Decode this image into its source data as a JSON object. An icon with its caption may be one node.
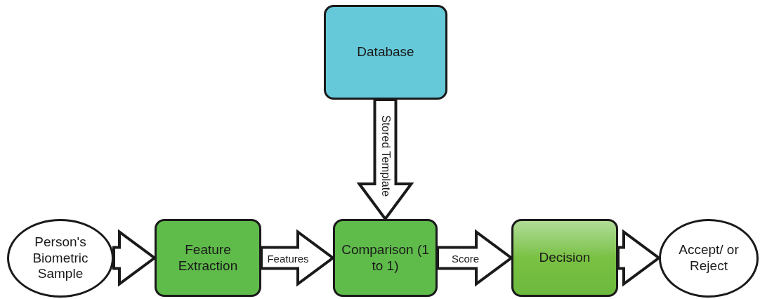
{
  "diagram": {
    "nodes": [
      {
        "text": [
          "Person's Biometric Sample"
        ]
      },
      {
        "text": [
          "Feature Extraction"
        ]
      },
      {
        "text": [
          "Database"
        ]
      },
      {
        "text": [
          "Comparison (1 to 1)"
        ]
      },
      {
        "text": [
          "Decision"
        ]
      },
      {
        "text": [
          "Accept/ or Reject"
        ]
      }
    ],
    "edges": [
      {
        "from": 0,
        "to": 1,
        "arrow": "to"
      },
      {
        "from": 1,
        "to": 3,
        "arrow": "to",
        "label": "Features"
      },
      {
        "from": 2,
        "to": 3,
        "arrow": "to",
        "label": "Stored Template"
      },
      {
        "from": 3,
        "to": 4,
        "arrow": "to",
        "label": "Score"
      },
      {
        "from": 4,
        "to": 5,
        "arrow": "to"
      }
    ]
  }
}
